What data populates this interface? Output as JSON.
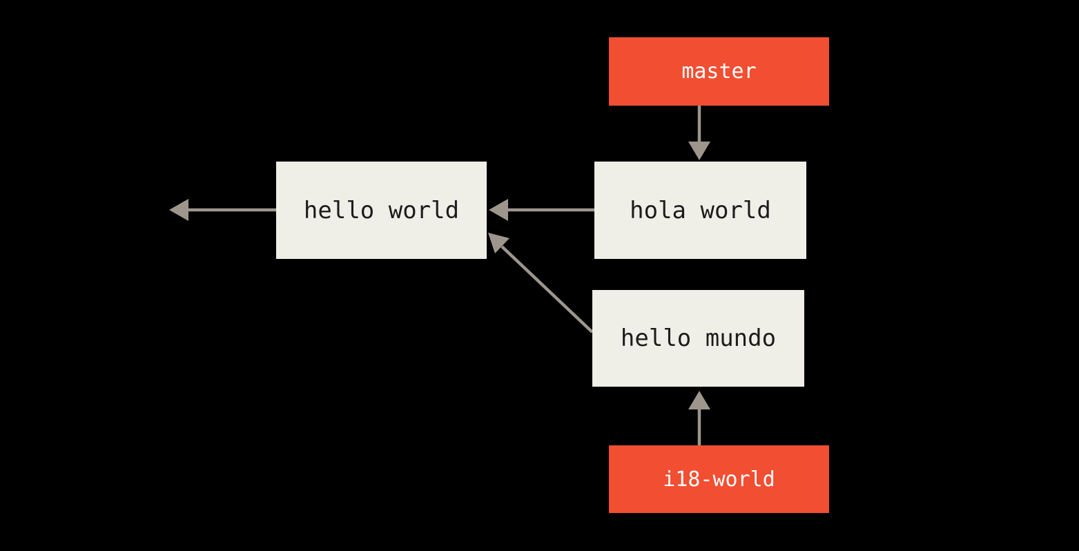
{
  "diagram": {
    "title": "git commit graph with branch pointers",
    "background_color": "#000000",
    "commit_box_color": "#f0efe7",
    "branch_box_color": "#f14e32",
    "arrow_color": "#9e968d",
    "commit_text_color": "#1c1c1c",
    "branch_text_color": "#ffffff",
    "branches": [
      {
        "id": "master",
        "label": "master",
        "points_to": "hola-world"
      },
      {
        "id": "i18-world",
        "label": "i18-world",
        "points_to": "hello-mundo"
      }
    ],
    "commits": [
      {
        "id": "hello-world",
        "label": "hello world"
      },
      {
        "id": "hola-world",
        "label": "hola world"
      },
      {
        "id": "hello-mundo",
        "label": "hello mundo"
      }
    ],
    "edges": [
      {
        "from": "master",
        "to": "hola-world",
        "type": "branch-pointer"
      },
      {
        "from": "i18-world",
        "to": "hello-mundo",
        "type": "branch-pointer"
      },
      {
        "from": "hola-world",
        "to": "hello-world",
        "type": "parent"
      },
      {
        "from": "hello-mundo",
        "to": "hello-world",
        "type": "parent"
      },
      {
        "from": "hello-world",
        "to": "off-canvas-left",
        "type": "parent"
      }
    ]
  }
}
